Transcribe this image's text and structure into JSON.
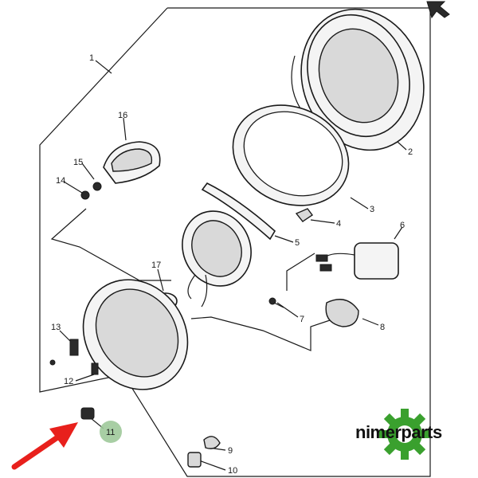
{
  "diagram": {
    "callouts": [
      {
        "id": "c1",
        "label": "1"
      },
      {
        "id": "c2",
        "label": "2"
      },
      {
        "id": "c3",
        "label": "3"
      },
      {
        "id": "c4",
        "label": "4"
      },
      {
        "id": "c5",
        "label": "5"
      },
      {
        "id": "c6",
        "label": "6"
      },
      {
        "id": "c7",
        "label": "7"
      },
      {
        "id": "c8",
        "label": "8"
      },
      {
        "id": "c9",
        "label": "9"
      },
      {
        "id": "c10",
        "label": "10"
      },
      {
        "id": "c11",
        "label": "11"
      },
      {
        "id": "c12",
        "label": "12"
      },
      {
        "id": "c13",
        "label": "13"
      },
      {
        "id": "c14",
        "label": "14"
      },
      {
        "id": "c15",
        "label": "15"
      },
      {
        "id": "c16",
        "label": "16"
      },
      {
        "id": "c17",
        "label": "17"
      }
    ],
    "highlight_label": "11",
    "colors": {
      "ink": "#1a1a1a",
      "arrow": "#e8201c",
      "highlight": "#9fc99a",
      "logo_green": "#3aa02e"
    }
  },
  "brand": {
    "name": "nimerparts"
  }
}
